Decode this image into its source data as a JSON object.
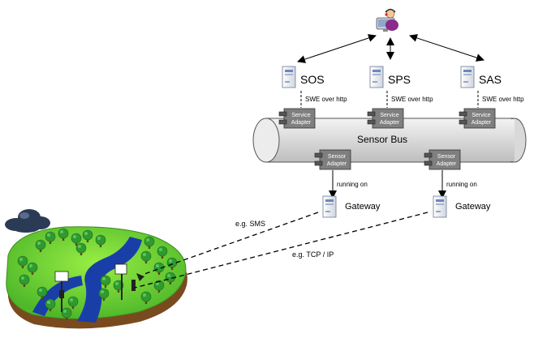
{
  "services": [
    {
      "name": "SOS"
    },
    {
      "name": "SPS"
    },
    {
      "name": "SAS"
    }
  ],
  "service_link_label": "SWE over http",
  "service_adapter_label": [
    "Service",
    "Adapter"
  ],
  "bus_label": "Sensor Bus",
  "sensor_adapter_label": [
    "Sensor",
    "Adapter"
  ],
  "running_on_label": "running on",
  "gateway_label": "Gateway",
  "link_labels": {
    "sms": "e.g. SMS",
    "tcp": "e.g. TCP / IP"
  },
  "colors": {
    "bus": "#d9d9d9",
    "adapter": "#7f7f7f",
    "island_grass": "#66cc33",
    "island_earth": "#7a4a1f",
    "river": "#1a3ea8",
    "tree": "#2f9a2f",
    "cloud": "#2b3a55"
  }
}
